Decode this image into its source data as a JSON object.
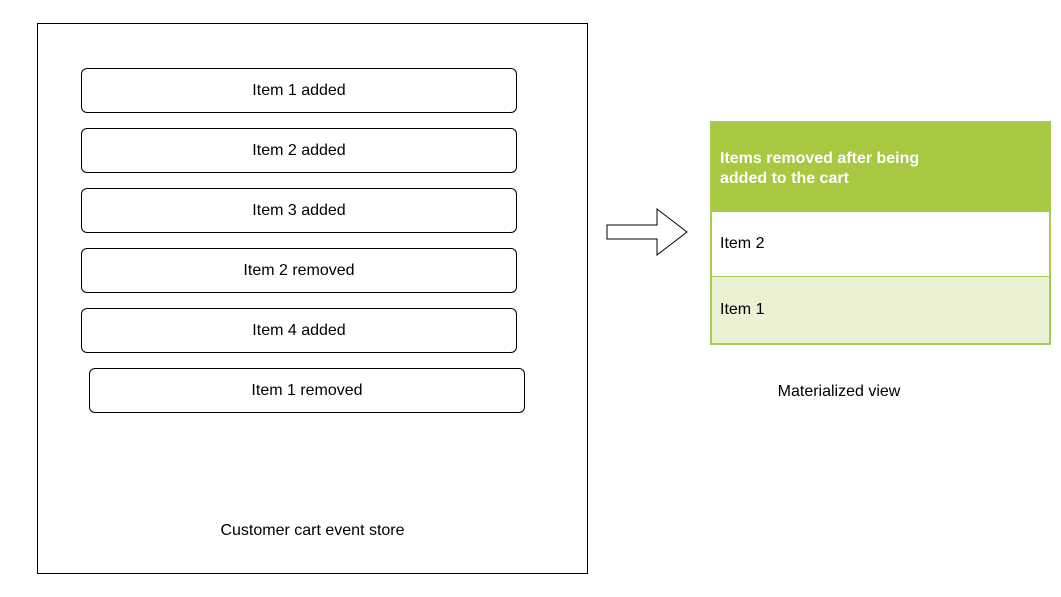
{
  "event_store": {
    "label": "Customer cart event store",
    "events": [
      "Item 1 added",
      "Item 2 added",
      "Item 3 added",
      "Item 2 removed",
      "Item 4 added",
      "Item 1 removed"
    ]
  },
  "arrow": {
    "icon": "right-arrow-icon"
  },
  "materialized_view": {
    "header_line1": "Items removed after being",
    "header_line2": "added to the cart",
    "rows": [
      "Item 2",
      "Item 1"
    ],
    "label": "Materialized view",
    "colors": {
      "header_bg": "#a7c942",
      "border": "#a6ca55",
      "alt_row_bg": "#eaf2d3"
    }
  }
}
